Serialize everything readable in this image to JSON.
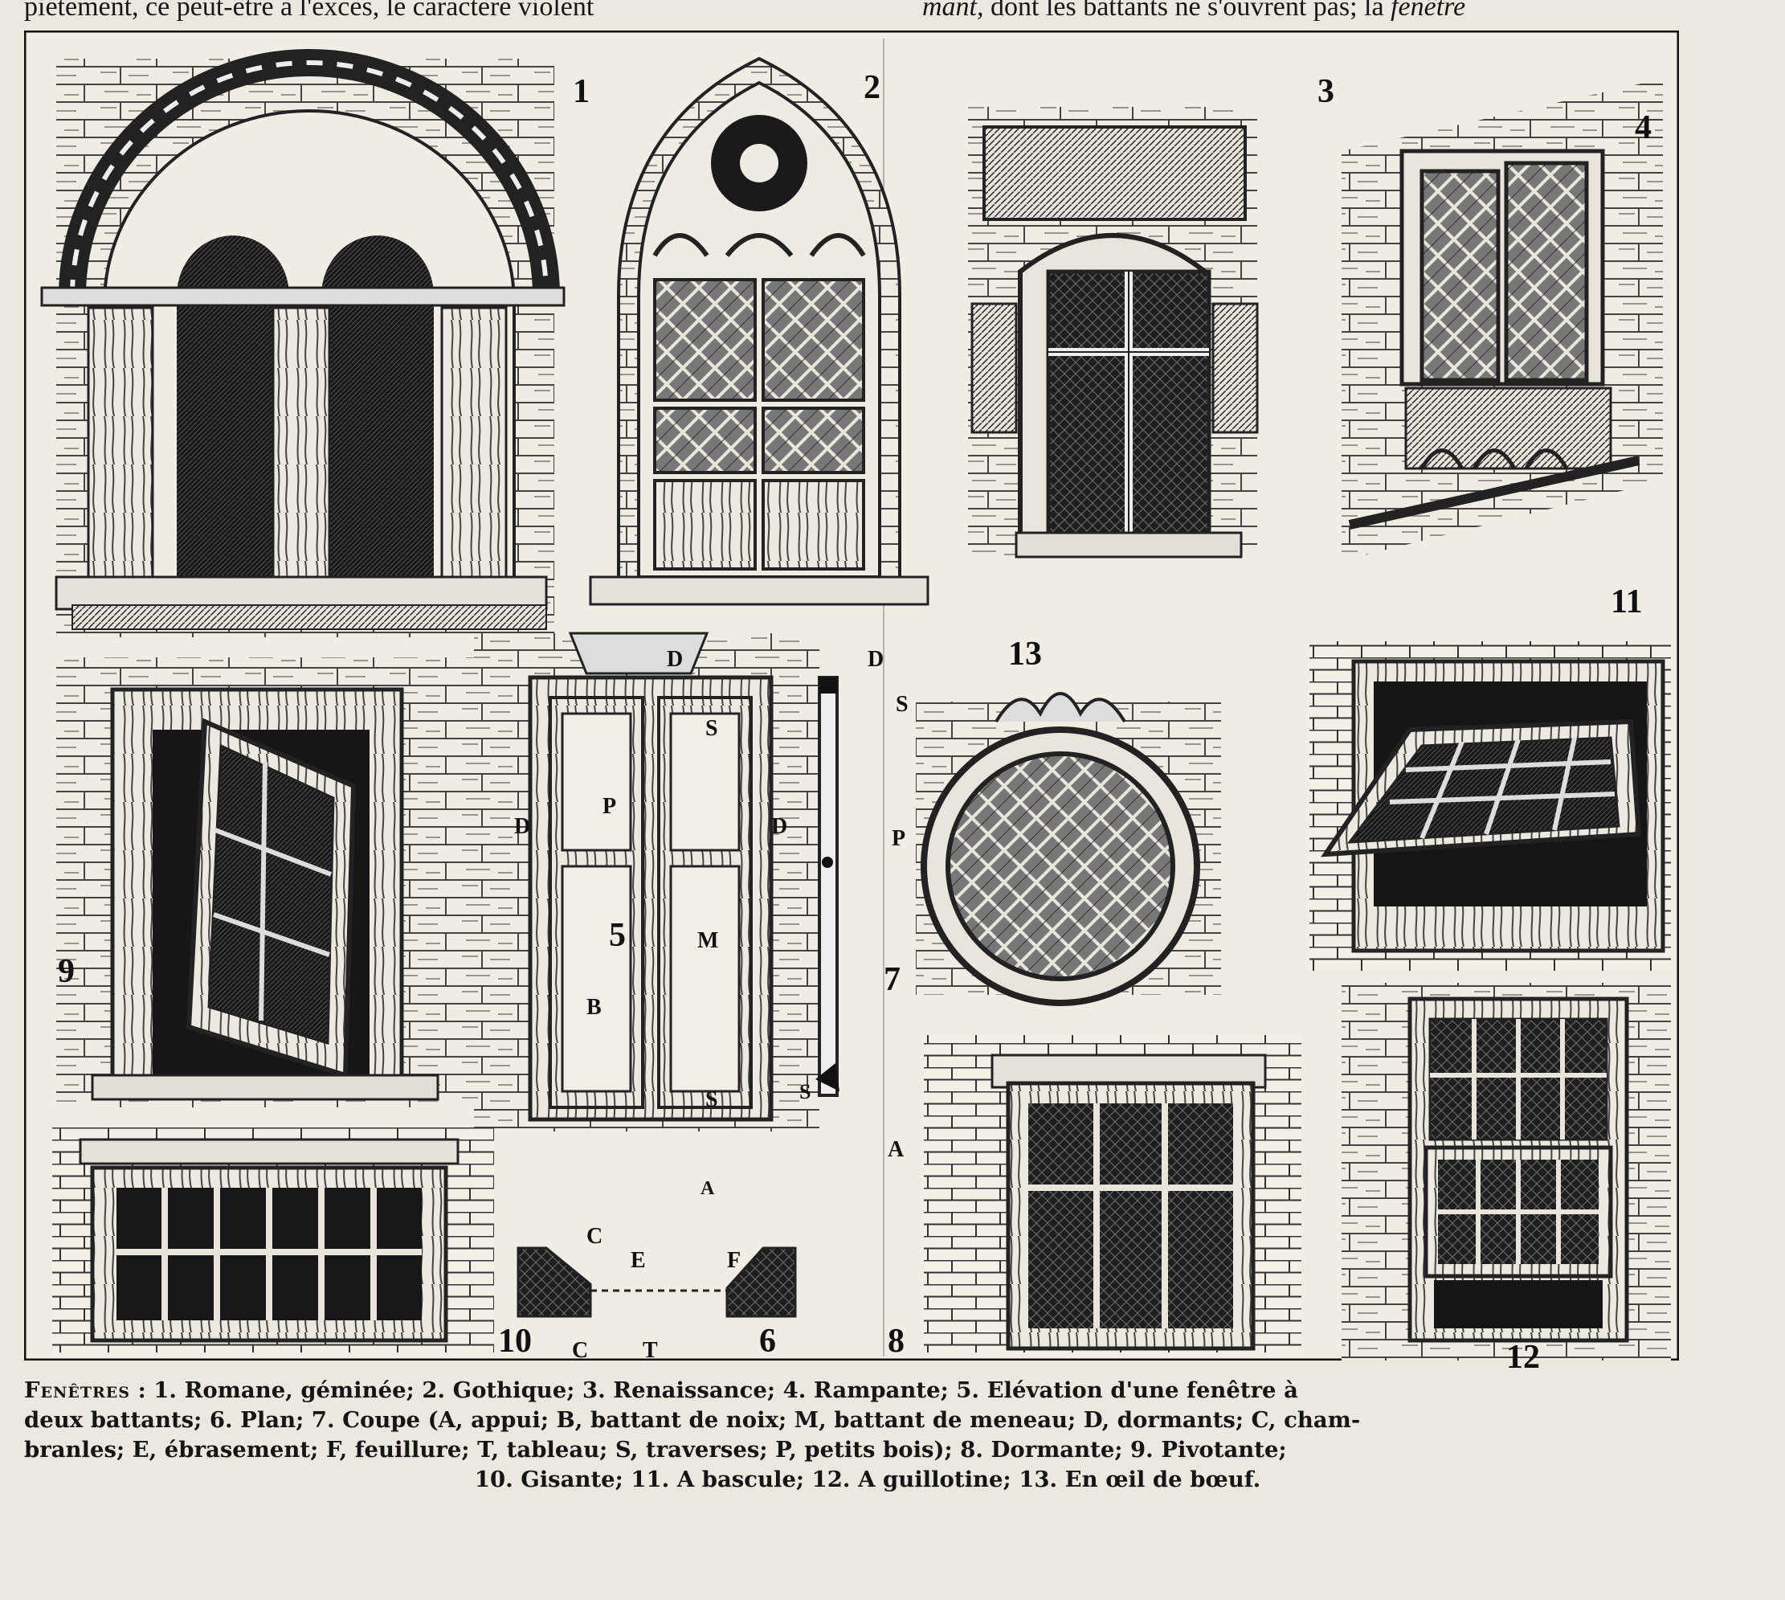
{
  "top_text": {
    "left": "piétement, ce peut-être à l'excès, le caractère violent",
    "right_italic": "mant,",
    "right_rest": "dont les battants ne s'ouvrent pas; la",
    "right_italic_end": "fenêtre"
  },
  "figure_numbers": [
    "1",
    "2",
    "3",
    "4",
    "5",
    "6",
    "7",
    "8",
    "9",
    "10",
    "11",
    "12",
    "13"
  ],
  "letters": {
    "fig5": [
      "D",
      "S",
      "D",
      "P",
      "D",
      "M",
      "B",
      "S",
      "A"
    ],
    "fig7": [
      "D",
      "S",
      "P",
      "S",
      "A"
    ],
    "fig6": [
      "C",
      "E",
      "F",
      "C",
      "T"
    ]
  },
  "caption": {
    "lead": "Fenêtres",
    "line1": " : 1. Romane, géminée; 2. Gothique; 3. Renaissance; 4. Rampante; 5. Elévation d'une fenêtre à",
    "line2": "deux battants; 6. Plan; 7. Coupe (A, appui; B, battant de noix; M, battant de meneau; D, dormants; C, cham-",
    "line3": "branles; E, ébrasement; F, feuillure; T, tableau; S, traverses; P, petits bois); 8. Dormante; 9. Pivotante;",
    "line4": "10. Gisante; 11. A bascule; 12. A guillotine; 13. En œil de bœuf."
  }
}
